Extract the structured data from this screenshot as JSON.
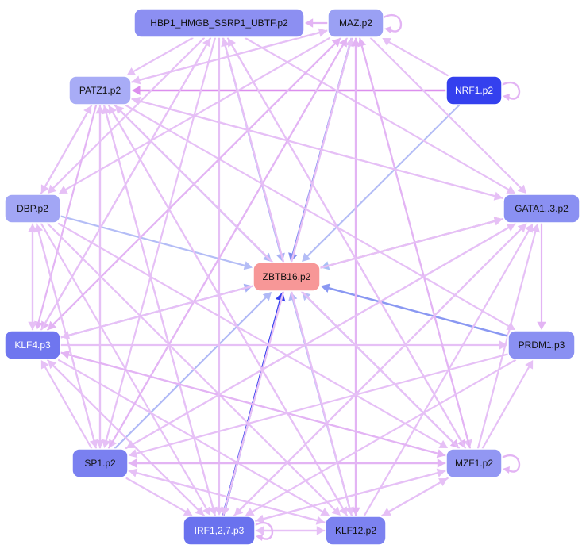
{
  "nodes": [
    {
      "id": "hbp1",
      "label": "HBP1_HMGB_SSRP1_UBTF.p2",
      "fill": "#8c8ff2",
      "text": "#111111"
    },
    {
      "id": "maz",
      "label": "MAZ.p2",
      "fill": "#9aa0f4",
      "text": "#111111"
    },
    {
      "id": "patz1",
      "label": "PATZ1.p2",
      "fill": "#a8acf6",
      "text": "#111111"
    },
    {
      "id": "nrf1",
      "label": "NRF1.p2",
      "fill": "#3440ee",
      "text": "#ffffff"
    },
    {
      "id": "dbp",
      "label": "DBP.p2",
      "fill": "#a2a6f5",
      "text": "#111111"
    },
    {
      "id": "gata",
      "label": "GATA1..3.p2",
      "fill": "#8a90f2",
      "text": "#111111"
    },
    {
      "id": "zbtb16",
      "label": "ZBTB16.p2",
      "fill": "#f79797",
      "text": "#111111"
    },
    {
      "id": "klf4",
      "label": "KLF4.p3",
      "fill": "#6f76ef",
      "text": "#ffffff"
    },
    {
      "id": "prdm1",
      "label": "PRDM1.p3",
      "fill": "#8a90f2",
      "text": "#111111"
    },
    {
      "id": "sp1",
      "label": "SP1.p2",
      "fill": "#7a80f0",
      "text": "#111111"
    },
    {
      "id": "mzf1",
      "label": "MZF1.p2",
      "fill": "#9297f3",
      "text": "#111111"
    },
    {
      "id": "irf",
      "label": "IRF1,2,7.p3",
      "fill": "#6a72ee",
      "text": "#ffffff"
    },
    {
      "id": "klf12",
      "label": "KLF12.p2",
      "fill": "#7c82f0",
      "text": "#111111"
    }
  ],
  "edges": [
    {
      "from": "nrf1",
      "to": "zbtb16",
      "color": "#b4bdf6"
    },
    {
      "from": "maz",
      "to": "zbtb16",
      "color": "#7f8cf0"
    },
    {
      "from": "hbp1",
      "to": "zbtb16",
      "color": "#a8b2f5"
    },
    {
      "from": "patz1",
      "to": "zbtb16",
      "color": "#b0b9f6"
    },
    {
      "from": "dbp",
      "to": "zbtb16",
      "color": "#b4bdf6"
    },
    {
      "from": "klf4",
      "to": "zbtb16",
      "color": "#a8b2f5"
    },
    {
      "from": "sp1",
      "to": "zbtb16",
      "color": "#b0b9f6"
    },
    {
      "from": "irf",
      "to": "zbtb16",
      "color": "#3440ee"
    },
    {
      "from": "klf12",
      "to": "zbtb16",
      "color": "#b0b9f6"
    },
    {
      "from": "mzf1",
      "to": "zbtb16",
      "color": "#b8c0f6"
    },
    {
      "from": "prdm1",
      "to": "zbtb16",
      "color": "#8a98f2"
    },
    {
      "from": "gata",
      "to": "zbtb16",
      "color": "#a8bff6"
    },
    {
      "from": "zbtb16",
      "to": "gata",
      "color": "#f6b4b4"
    },
    {
      "from": "nrf1",
      "to": "patz1",
      "color": "#dc8fee"
    },
    {
      "from": "maz",
      "to": "hbp1",
      "color": "#e3b4f4"
    },
    {
      "from": "maz",
      "to": "patz1",
      "color": "#e6c0f6"
    },
    {
      "from": "maz",
      "to": "dbp",
      "color": "#e6c0f6"
    },
    {
      "from": "maz",
      "to": "klf4",
      "color": "#e3b4f4"
    },
    {
      "from": "maz",
      "to": "sp1",
      "color": "#e6c0f6"
    },
    {
      "from": "maz",
      "to": "irf",
      "color": "#e6c0f6"
    },
    {
      "from": "maz",
      "to": "klf12",
      "color": "#e3b4f4"
    },
    {
      "from": "maz",
      "to": "mzf1",
      "color": "#e6c0f6"
    },
    {
      "from": "maz",
      "to": "gata",
      "color": "#e6c0f6"
    },
    {
      "from": "hbp1",
      "to": "patz1",
      "color": "#e6c0f6"
    },
    {
      "from": "hbp1",
      "to": "dbp",
      "color": "#e6c0f6"
    },
    {
      "from": "hbp1",
      "to": "klf4",
      "color": "#e3b4f4"
    },
    {
      "from": "hbp1",
      "to": "sp1",
      "color": "#e6c0f6"
    },
    {
      "from": "hbp1",
      "to": "irf",
      "color": "#e6c0f6"
    },
    {
      "from": "hbp1",
      "to": "klf12",
      "color": "#e6c0f6"
    },
    {
      "from": "hbp1",
      "to": "mzf1",
      "color": "#e3b4f4"
    },
    {
      "from": "hbp1",
      "to": "gata",
      "color": "#e6c0f6"
    },
    {
      "from": "nrf1",
      "to": "maz",
      "color": "#e6c0f6"
    },
    {
      "from": "patz1",
      "to": "maz",
      "color": "#e6c0f6"
    },
    {
      "from": "patz1",
      "to": "dbp",
      "color": "#e6c0f6"
    },
    {
      "from": "patz1",
      "to": "klf4",
      "color": "#e3b4f4"
    },
    {
      "from": "patz1",
      "to": "sp1",
      "color": "#e6c0f6"
    },
    {
      "from": "patz1",
      "to": "irf",
      "color": "#e6c0f6"
    },
    {
      "from": "patz1",
      "to": "klf12",
      "color": "#e6c0f6"
    },
    {
      "from": "patz1",
      "to": "mzf1",
      "color": "#e3b4f4"
    },
    {
      "from": "patz1",
      "to": "gata",
      "color": "#e6c0f6"
    },
    {
      "from": "patz1",
      "to": "prdm1",
      "color": "#e6c0f6"
    },
    {
      "from": "dbp",
      "to": "patz1",
      "color": "#e6c0f6"
    },
    {
      "from": "dbp",
      "to": "mzf1",
      "color": "#e6c0f6"
    },
    {
      "from": "dbp",
      "to": "klf12",
      "color": "#e6c0f6"
    },
    {
      "from": "dbp",
      "to": "irf",
      "color": "#e6c0f6"
    },
    {
      "from": "klf4",
      "to": "dbp",
      "color": "#e6c0f6"
    },
    {
      "from": "klf4",
      "to": "maz",
      "color": "#e3b4f4"
    },
    {
      "from": "klf4",
      "to": "hbp1",
      "color": "#e6c0f6"
    },
    {
      "from": "klf4",
      "to": "gata",
      "color": "#e6c0f6"
    },
    {
      "from": "klf4",
      "to": "mzf1",
      "color": "#e3b4f4"
    },
    {
      "from": "klf4",
      "to": "irf",
      "color": "#e6c0f6"
    },
    {
      "from": "klf4",
      "to": "klf12",
      "color": "#e6c0f6"
    },
    {
      "from": "klf4",
      "to": "prdm1",
      "color": "#e6c0f6"
    },
    {
      "from": "sp1",
      "to": "klf4",
      "color": "#e6c0f6"
    },
    {
      "from": "sp1",
      "to": "patz1",
      "color": "#e6c0f6"
    },
    {
      "from": "sp1",
      "to": "maz",
      "color": "#e3b4f4"
    },
    {
      "from": "sp1",
      "to": "gata",
      "color": "#e6c0f6"
    },
    {
      "from": "sp1",
      "to": "mzf1",
      "color": "#e3b4f4"
    },
    {
      "from": "sp1",
      "to": "klf12",
      "color": "#e6c0f6"
    },
    {
      "from": "sp1",
      "to": "irf",
      "color": "#e6c0f6"
    },
    {
      "from": "sp1",
      "to": "dbp",
      "color": "#e6c0f6"
    },
    {
      "from": "irf",
      "to": "patz1",
      "color": "#e6c0f6"
    },
    {
      "from": "irf",
      "to": "maz",
      "color": "#e6c0f6"
    },
    {
      "from": "irf",
      "to": "gata",
      "color": "#e6c0f6"
    },
    {
      "from": "irf",
      "to": "mzf1",
      "color": "#e6c0f6"
    },
    {
      "from": "irf",
      "to": "klf12",
      "color": "#e6c0f6"
    },
    {
      "from": "irf",
      "to": "klf4",
      "color": "#e6c0f6"
    },
    {
      "from": "klf12",
      "to": "maz",
      "color": "#e3b4f4"
    },
    {
      "from": "klf12",
      "to": "patz1",
      "color": "#e6c0f6"
    },
    {
      "from": "klf12",
      "to": "sp1",
      "color": "#e6c0f6"
    },
    {
      "from": "klf12",
      "to": "gata",
      "color": "#e6c0f6"
    },
    {
      "from": "klf12",
      "to": "mzf1",
      "color": "#e6c0f6"
    },
    {
      "from": "klf12",
      "to": "irf",
      "color": "#e6c0f6"
    },
    {
      "from": "klf12",
      "to": "hbp1",
      "color": "#e6c0f6"
    },
    {
      "from": "mzf1",
      "to": "maz",
      "color": "#e3b4f4"
    },
    {
      "from": "mzf1",
      "to": "patz1",
      "color": "#e6c0f6"
    },
    {
      "from": "mzf1",
      "to": "klf4",
      "color": "#e3b4f4"
    },
    {
      "from": "mzf1",
      "to": "sp1",
      "color": "#e3b4f4"
    },
    {
      "from": "mzf1",
      "to": "irf",
      "color": "#e6c0f6"
    },
    {
      "from": "mzf1",
      "to": "klf12",
      "color": "#e6c0f6"
    },
    {
      "from": "mzf1",
      "to": "gata",
      "color": "#e6c0f6"
    },
    {
      "from": "mzf1",
      "to": "prdm1",
      "color": "#e6c0f6"
    },
    {
      "from": "mzf1",
      "to": "hbp1",
      "color": "#e6c0f6"
    },
    {
      "from": "gata",
      "to": "prdm1",
      "color": "#e3b4f4"
    },
    {
      "from": "gata",
      "to": "patz1",
      "color": "#e6c0f6"
    },
    {
      "from": "gata",
      "to": "irf",
      "color": "#e6c0f6"
    },
    {
      "from": "gata",
      "to": "sp1",
      "color": "#e6c0f6"
    },
    {
      "from": "gata",
      "to": "klf4",
      "color": "#e6c0f6"
    },
    {
      "from": "prdm1",
      "to": "irf",
      "color": "#e6c0f6"
    },
    {
      "from": "prdm1",
      "to": "sp1",
      "color": "#e6c0f6"
    },
    {
      "from": "dbp",
      "to": "sp1",
      "color": "#e6c0f6"
    },
    {
      "from": "dbp",
      "to": "klf4",
      "color": "#e6c0f6"
    }
  ],
  "self_loops": [
    {
      "node": "maz",
      "color": "#e3b4f4"
    },
    {
      "node": "nrf1",
      "color": "#e3b4f4"
    },
    {
      "node": "mzf1",
      "color": "#e3b4f4"
    },
    {
      "node": "irf",
      "color": "#e3b4f4"
    }
  ]
}
